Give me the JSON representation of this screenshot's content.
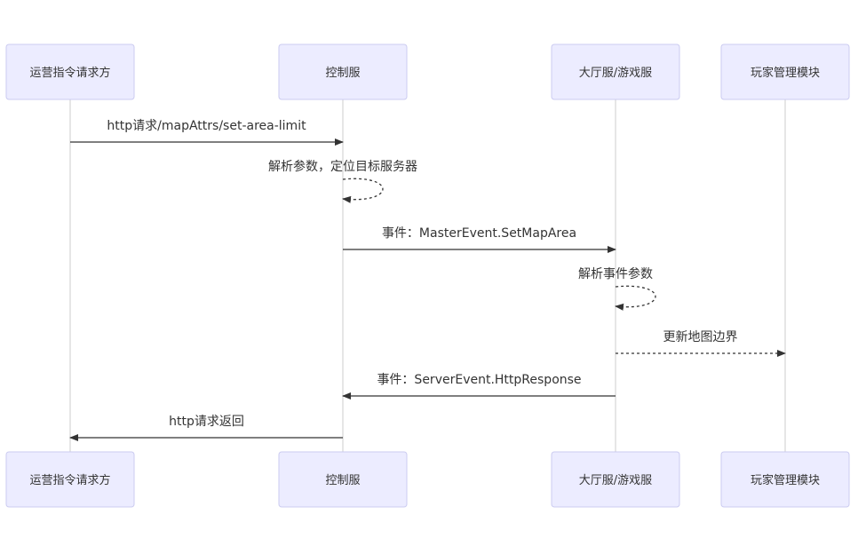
{
  "participants": [
    {
      "id": "requester",
      "label": "运营指令请求方"
    },
    {
      "id": "control",
      "label": "控制服"
    },
    {
      "id": "lobby",
      "label": "大厅服/游戏服"
    },
    {
      "id": "player",
      "label": "玩家管理模块"
    }
  ],
  "messages": [
    {
      "from": "requester",
      "to": "control",
      "label": "http请求/mapAttrs/set-area-limit",
      "style": "solid"
    },
    {
      "from": "control",
      "to": "control",
      "label": "解析参数，定位目标服务器",
      "style": "dashed"
    },
    {
      "from": "control",
      "to": "lobby",
      "label": "事件：MasterEvent.SetMapArea",
      "style": "solid"
    },
    {
      "from": "lobby",
      "to": "lobby",
      "label": "解析事件参数",
      "style": "dashed"
    },
    {
      "from": "lobby",
      "to": "player",
      "label": "更新地图边界",
      "style": "dashed"
    },
    {
      "from": "lobby",
      "to": "control",
      "label": "事件：ServerEvent.HttpResponse",
      "style": "solid"
    },
    {
      "from": "control",
      "to": "requester",
      "label": "http请求返回",
      "style": "solid"
    }
  ],
  "colors": {
    "actor_fill": "#ececff",
    "actor_stroke": "#cbcbf0",
    "lifeline": "#cccccc",
    "line": "#333333",
    "text": "#333333"
  }
}
